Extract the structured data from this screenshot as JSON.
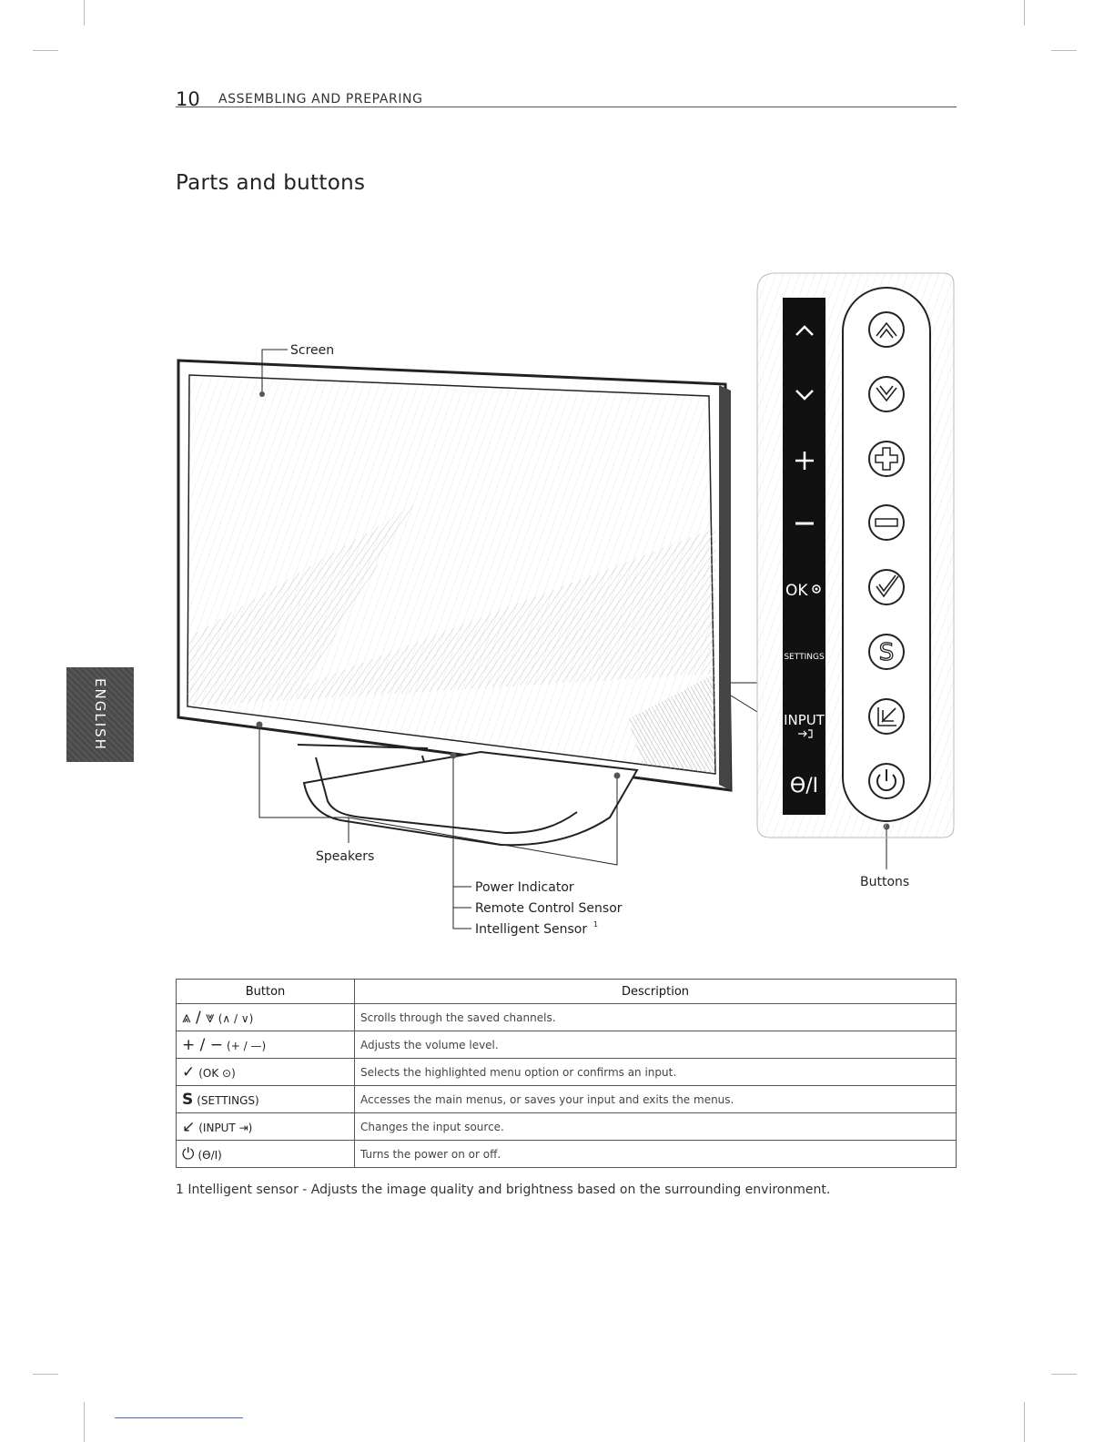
{
  "header": {
    "page_number": "10",
    "section": "ASSEMBLING AND PREPARING"
  },
  "title": "Parts and buttons",
  "language_tab": "ENGLISH",
  "diagram": {
    "labels": {
      "screen": "Screen",
      "speakers": "Speakers",
      "power_indicator": "Power Indicator",
      "remote_sensor": "Remote Control Sensor",
      "intelligent_sensor": "Intelligent Sensor",
      "intelligent_sensor_note": "1",
      "buttons": "Buttons"
    },
    "panel_labels": [
      "OK",
      "SETTINGS",
      "INPUT",
      "ϴ/I"
    ],
    "button_icons": [
      "chevron-up-icon",
      "chevron-down-icon",
      "plus-icon",
      "minus-icon",
      "check-icon",
      "settings-s-icon",
      "input-icon",
      "power-icon"
    ]
  },
  "table": {
    "headers": {
      "button": "Button",
      "description": "Description"
    },
    "rows": [
      {
        "icon": "⩓ / ⩔",
        "alt": "(∧ / ∨)",
        "description": "Scrolls through the saved channels."
      },
      {
        "icon": "+ / −",
        "alt": "(+ / —)",
        "description": "Adjusts the volume level."
      },
      {
        "icon": "✓",
        "alt": "(OK ⊙)",
        "description": "Selects the highlighted menu option or confirms an input."
      },
      {
        "icon": "S",
        "alt": "(SETTINGS)",
        "description": "Accesses the main menus, or saves your input and exits the menus."
      },
      {
        "icon": "↙",
        "alt": "(INPUT ⇥)",
        "description": "Changes the input source."
      },
      {
        "icon": "⏻",
        "alt": "(ϴ/I)",
        "description": "Turns the power on or off."
      }
    ]
  },
  "footnote": "1 Intelligent sensor - Adjusts the image quality and brightness based on the surrounding environment."
}
